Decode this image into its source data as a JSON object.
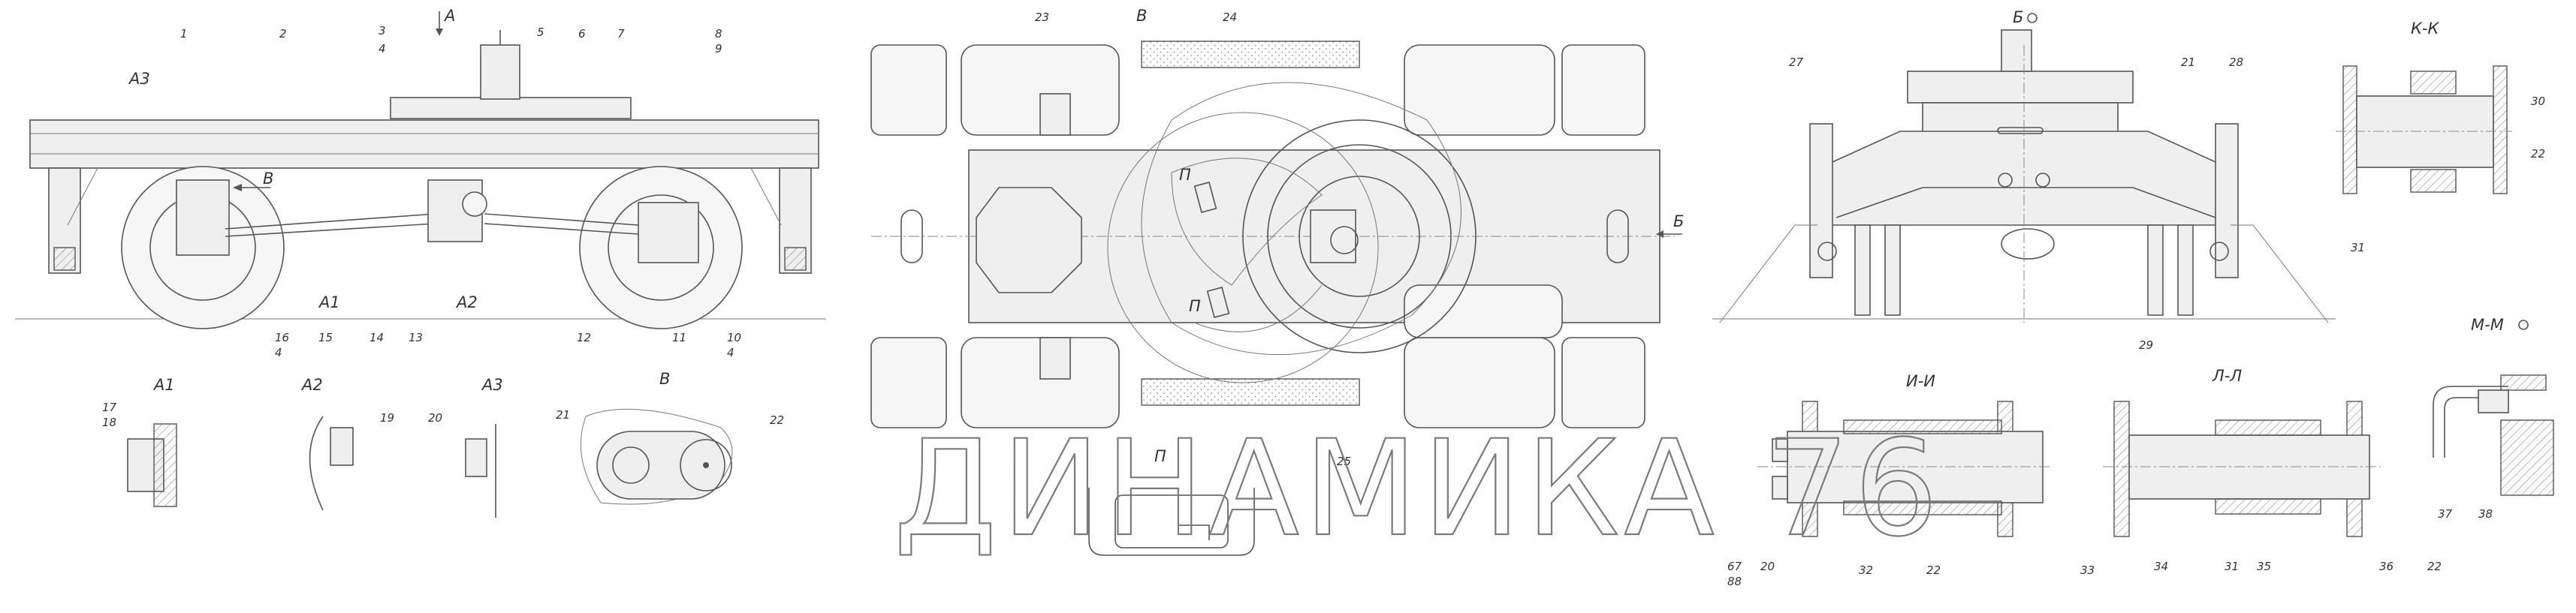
{
  "watermark": "ДИНАМИКА 76",
  "views": {
    "main_arrow": "А",
    "a3": "А3",
    "b": "В",
    "a1": "А1",
    "a2": "А2",
    "det_a1": "А1",
    "det_a2": "А2",
    "det_a3": "А3",
    "det_b": "В",
    "plan_b": "В",
    "plan_p1": "П",
    "plan_p2": "П",
    "plan_p3": "П",
    "plan_b_arrow": "Б",
    "side_b": "Б",
    "kk": "К-К",
    "ii": "И-И",
    "ll": "Л-Л",
    "mm": "М-М"
  },
  "callouts": [
    "1",
    "2",
    "3",
    "4",
    "5",
    "6",
    "7",
    "8",
    "9",
    "16",
    "4",
    "15",
    "14",
    "13",
    "12",
    "11",
    "10",
    "4",
    "17",
    "18",
    "19",
    "20",
    "21",
    "22",
    "23",
    "24",
    "25",
    "27",
    "21",
    "28",
    "29",
    "30",
    "22",
    "31",
    "67",
    "88",
    "20",
    "32",
    "22",
    "33",
    "34",
    "31",
    "35",
    "36",
    "22",
    "37",
    "38"
  ]
}
